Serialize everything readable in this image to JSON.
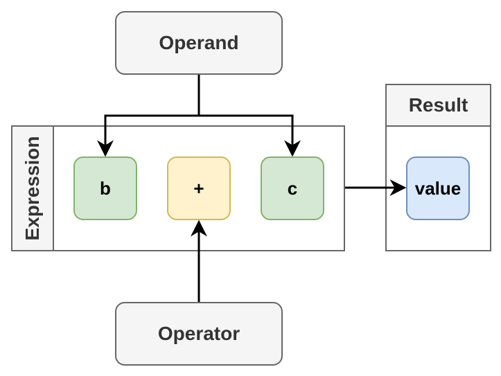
{
  "diagram": {
    "operand_label": "Operand",
    "operator_label": "Operator",
    "expression_label": "Expression",
    "result_label": "Result",
    "nodes": {
      "b": "b",
      "plus": "+",
      "c": "c",
      "value": "value"
    }
  },
  "colors": {
    "gray_fill": "#f5f5f5",
    "gray_stroke": "#666666",
    "green_fill": "#d5e8d4",
    "green_stroke": "#82b366",
    "yellow_fill": "#fff2cc",
    "yellow_stroke": "#d6b656",
    "blue_fill": "#dae8fc",
    "blue_stroke": "#6c8ebf",
    "edge": "#000000"
  }
}
